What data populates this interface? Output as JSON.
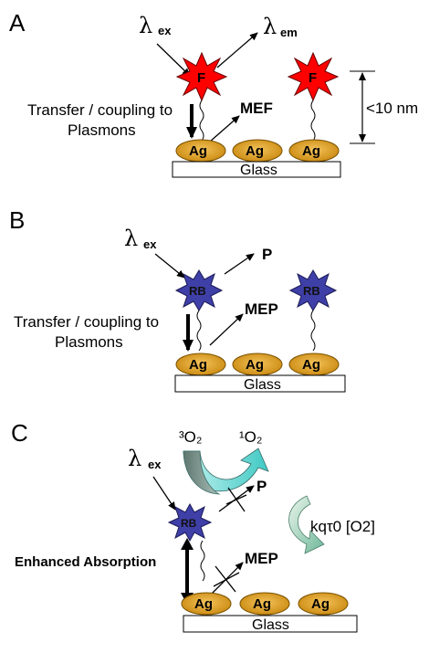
{
  "panels": {
    "a": {
      "letter": "A",
      "lambda": "λ",
      "ex": "ex",
      "em": "em",
      "fluor": "F",
      "mef": "MEF",
      "transfer_line1": "Transfer / coupling to",
      "transfer_line2": "Plasmons",
      "distance": "<10 nm",
      "ag": "Ag",
      "glass": "Glass",
      "colors": {
        "fluorophore": "#ff0000",
        "silver": "#d99a1c"
      }
    },
    "b": {
      "letter": "B",
      "lambda": "λ",
      "ex": "ex",
      "p": "P",
      "mep": "MEP",
      "rb": "RB",
      "transfer_line1": "Transfer / coupling to",
      "transfer_line2": "Plasmons",
      "ag": "Ag",
      "glass": "Glass",
      "colors": {
        "rose_bengal": "#3f3fa8"
      }
    },
    "c": {
      "letter": "C",
      "lambda": "λ",
      "ex": "ex",
      "triplet_o2": "³O₂",
      "singlet_o2": "¹O₂",
      "p": "P",
      "mep": "MEP",
      "rb": "RB",
      "quench": "kqτ0 [O2]",
      "enhanced": "Enhanced Absorption",
      "ag": "Ag",
      "glass": "Glass"
    }
  }
}
